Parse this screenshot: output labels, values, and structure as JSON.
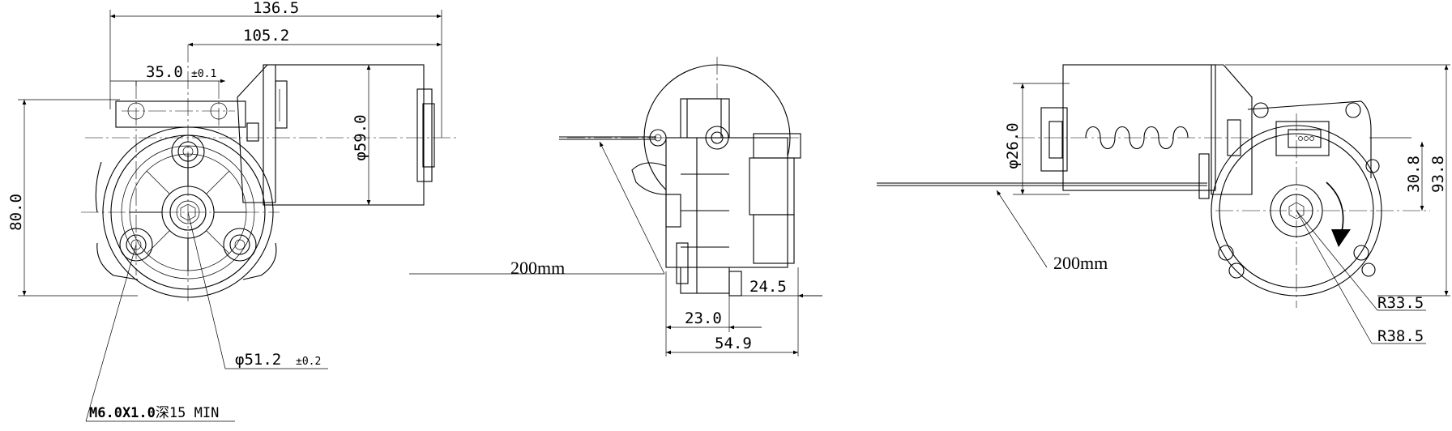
{
  "dimensions": {
    "front_overall_width": "136.5",
    "front_motor_width": "105.2",
    "front_hole_spacing": "35.0",
    "front_hole_spacing_tol": "±0.1",
    "front_height": "80.0",
    "motor_diameter": "φ59.0",
    "gear_diameter": "φ51.2",
    "gear_diameter_tol": "±0.2",
    "thread_spec_part1": "M6.0X1.0",
    "thread_spec_part2": "深15 MIN",
    "side_cable_length": "200mm",
    "side_shaft_length": "24.5",
    "side_body_depth": "23.0",
    "side_overall_depth": "54.9",
    "rear_cable_length": "200mm",
    "rear_small_diameter": "φ26.0",
    "rear_height_1": "30.8",
    "rear_height_2": "93.8",
    "rear_radius_1": "R33.5",
    "rear_radius_2": "R38.5"
  }
}
